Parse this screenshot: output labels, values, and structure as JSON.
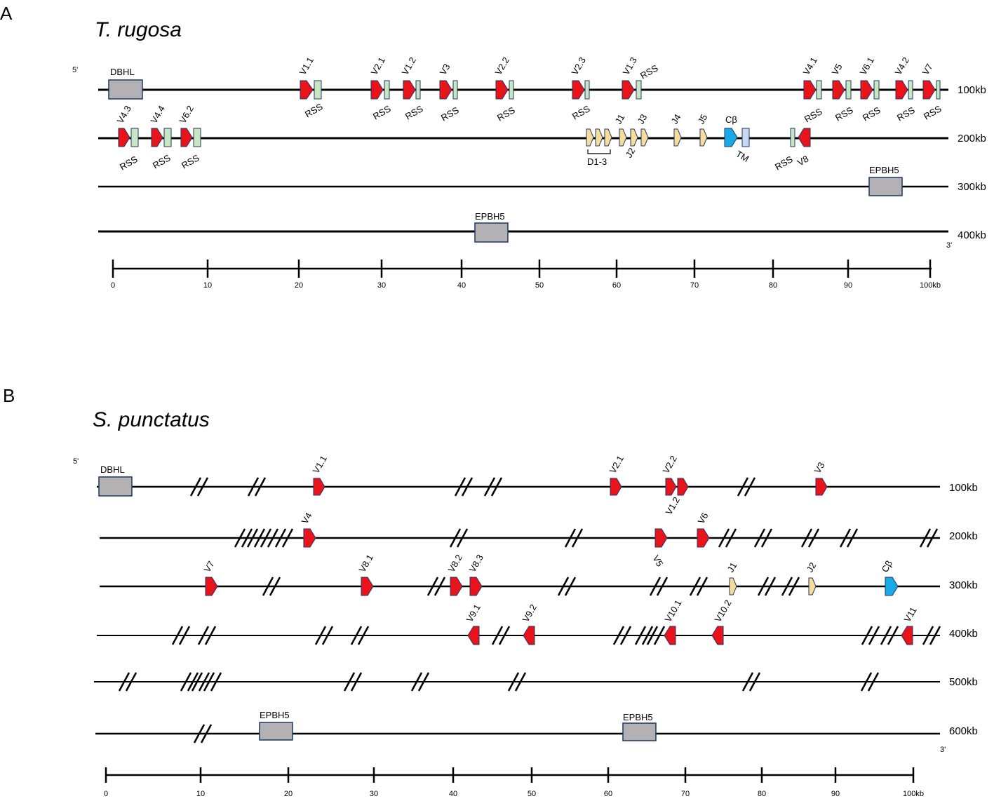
{
  "colors": {
    "v_segment": "#e8131b",
    "rss": "#c8e6c2",
    "j_segment": "#f7dc9b",
    "c_segment": "#19a8e8",
    "tm": "#c7d8f0",
    "box": "#b3b1b4",
    "outline": "#1f3760",
    "line": "#000000"
  },
  "panel_a": {
    "letter": "A",
    "species": "T. rugosa",
    "five_prime": "5'",
    "three_prime": "3'",
    "rows": [
      {
        "kb": "100kb"
      },
      {
        "kb": "200kb"
      },
      {
        "kb": "300kb"
      },
      {
        "kb": "400kb"
      }
    ],
    "boxes": [
      "DBHL",
      "EPBH5",
      "EPBH5"
    ],
    "row1_segments": [
      "V1.1",
      "V2.1",
      "V1.2",
      "V3",
      "V2.2",
      "V2.3",
      "V1.3",
      "V4.1",
      "V5",
      "V6.1",
      "V4.2",
      "V7"
    ],
    "row2_segments": [
      "V4.3",
      "V4.4",
      "V6.2"
    ],
    "rss_label": "RSS",
    "j_segments": [
      "J1",
      "J2",
      "J3",
      "J4",
      "J5"
    ],
    "d_bracket": "D1-3",
    "c_label": "Cβ",
    "tm_label": "TM",
    "v8_label": "V8",
    "scale_ticks": [
      "0",
      "10",
      "20",
      "30",
      "40",
      "50",
      "60",
      "70",
      "80",
      "90",
      "100kb"
    ]
  },
  "panel_b": {
    "letter": "B",
    "species": "S. punctatus",
    "five_prime": "5'",
    "three_prime": "3'",
    "rows": [
      {
        "kb": "100kb"
      },
      {
        "kb": "200kb"
      },
      {
        "kb": "300kb"
      },
      {
        "kb": "400kb"
      },
      {
        "kb": "500kb"
      },
      {
        "kb": "600kb"
      }
    ],
    "boxes": [
      "DBHL",
      "EPBH5",
      "EPBH5"
    ],
    "row1_segments": [
      "V1.1",
      "V2.1",
      "V2.2",
      "V3"
    ],
    "row2_segments": [
      "V4",
      "V1.2",
      "V5",
      "V6"
    ],
    "row3_segments": [
      "V7",
      "V8.1",
      "V8.2",
      "V8.3"
    ],
    "j_segments": [
      "J1",
      "J2"
    ],
    "c_label": "Cβ",
    "row4_segments": [
      "V9.1",
      "V9.2",
      "V10.1",
      "V10.2",
      "V11"
    ],
    "scale_ticks": [
      "0",
      "10",
      "20",
      "30",
      "40",
      "50",
      "60",
      "70",
      "80",
      "90",
      "100kb"
    ]
  }
}
